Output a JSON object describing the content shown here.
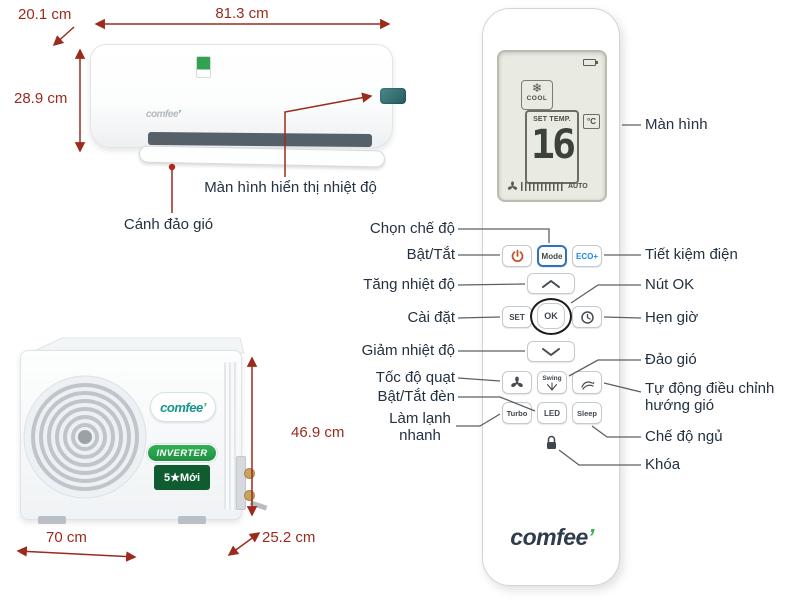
{
  "brand": {
    "name": "comfee",
    "mark": "’"
  },
  "indoor": {
    "dims": {
      "depth": "20.1 cm",
      "width": "81.3 cm",
      "height": "28.9 cm"
    },
    "labels": {
      "display": "Màn hình hiển thị nhiệt độ",
      "flap": "Cánh đảo gió"
    }
  },
  "outdoor": {
    "dims": {
      "height": "46.9 cm",
      "width": "70 cm",
      "depth": "25.2 cm"
    },
    "badges": {
      "inverter": "INVERTER",
      "rating": "5★Mới"
    }
  },
  "remote": {
    "screen": {
      "mode": "COOL",
      "set_temp": "SET TEMP.",
      "temp": "16",
      "unit": "°C",
      "fan_mode": "AUTO"
    },
    "buttons": {
      "mode": "Mode",
      "eco": "ECO+",
      "set": "SET",
      "ok": "OK",
      "swing": "Swing",
      "turbo": "Turbo",
      "led": "LED",
      "sleep": "Sleep"
    }
  },
  "callouts": {
    "screen": "Màn hình",
    "mode": "Chọn chế độ",
    "power": "Bật/Tắt",
    "eco": "Tiết kiệm điện",
    "temp_up": "Tăng nhiệt độ",
    "ok": "Nút OK",
    "set": "Cài đặt",
    "timer": "Hẹn giờ",
    "temp_down": "Giảm nhiệt độ",
    "swing": "Đảo gió",
    "fan_speed": "Tốc độ quạt",
    "auto_wind": "Tự động điều chỉnh hướng gió",
    "led": "Bật/Tắt đèn",
    "turbo": "Làm lạnh nhanh",
    "sleep": "Chế độ ngủ",
    "lock": "Khóa"
  },
  "icons": {
    "snowflake": "❄"
  },
  "colors": {
    "dimension": "#9c2b1d",
    "label": "#233140",
    "accent_blue": "#1e88e5",
    "inverter_green": "#1d9041",
    "power_red": "#c94f2f"
  }
}
